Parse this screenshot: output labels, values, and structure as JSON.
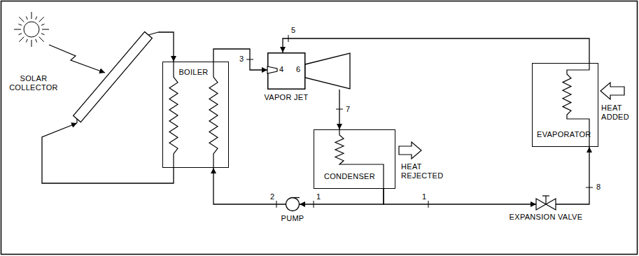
{
  "diagram": {
    "nodes": [
      {
        "text": [
          "SOLAR COLLECTOR"
        ]
      },
      {
        "text": [
          "BOILER"
        ]
      },
      {
        "text": [
          "VAPOR JET"
        ]
      },
      {
        "text": [
          "EVAPORATOR"
        ]
      },
      {
        "text": [
          "CONDENSER"
        ]
      },
      {
        "text": [
          "PUMP"
        ]
      },
      {
        "text": [
          "EXPANSION VALVE"
        ]
      }
    ],
    "edges": [
      {
        "from": 0,
        "to": 1,
        "arrow": "to"
      },
      {
        "from": 1,
        "to": 0,
        "arrow": "to"
      },
      {
        "from": 1,
        "to": 2,
        "label": "3",
        "arrow": "to"
      },
      {
        "from": 2,
        "to": 4,
        "label": "7",
        "arrow": "to"
      },
      {
        "from": 4,
        "to": 5,
        "label": "1",
        "arrow": "to"
      },
      {
        "from": 5,
        "to": 1,
        "label": "2",
        "arrow": "to"
      },
      {
        "from": 4,
        "to": 6,
        "label": "1",
        "arrow": "to"
      },
      {
        "from": 6,
        "to": 3,
        "label": "8",
        "arrow": "to"
      },
      {
        "from": 3,
        "to": 2,
        "label": "5",
        "arrow": "to"
      }
    ],
    "labels": [
      "4",
      "6",
      "HEAT REJECTED",
      "HEAT ADDED"
    ]
  }
}
